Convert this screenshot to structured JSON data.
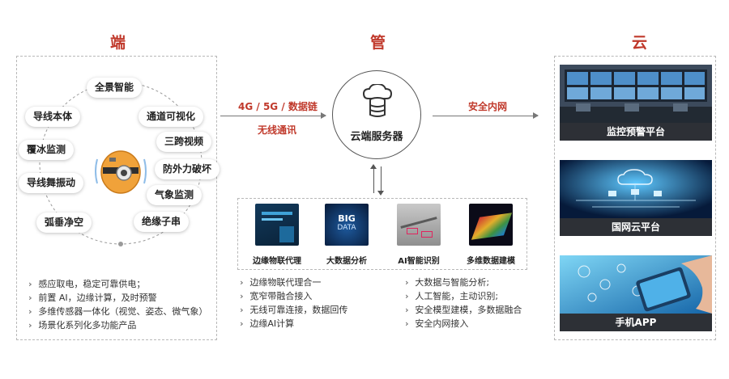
{
  "headings": {
    "edge": "端",
    "pipe": "管",
    "cloud": "云"
  },
  "edge": {
    "ring_labels": [
      "全景智能",
      "导线本体",
      "通道可视化",
      "覆冰监测",
      "三跨视频",
      "防外力破坏",
      "导线舞振动",
      "气象监测",
      "弧垂净空",
      "绝缘子串"
    ],
    "bullets": [
      "感应取电，稳定可靠供电；",
      "前置 AI，边缘计算，及时预警",
      "多维传感器一体化（视觉、姿态、微气象）",
      "场景化系列化多功能产品"
    ]
  },
  "pipe": {
    "link_label_top": "4G / 5G / 数据链",
    "link_label_bottom": "无线通讯",
    "server_label": "云端服务器",
    "secure_label": "安全内网",
    "capabilities": [
      "边缘物联代理",
      "大数据分析",
      "AI智能识别",
      "多维数据建模"
    ],
    "bullets_left": [
      "边缘物联代理合一",
      "宽窄带融合接入",
      "无线可靠连接，数据回传",
      "边缘AI计算"
    ],
    "bullets_right": [
      "大数据与智能分析;",
      "人工智能，主动识别;",
      "安全模型建模，多数据融合",
      "安全内网接入"
    ],
    "thumb_text_big": "BIG",
    "thumb_text_data": "DATA"
  },
  "cloud": {
    "platforms": [
      "监控预警平台",
      "国网云平台",
      "手机APP"
    ]
  },
  "colors": {
    "accent": "#c0392b",
    "device_orange": "#f0a23a",
    "bar": "#2d3036"
  }
}
